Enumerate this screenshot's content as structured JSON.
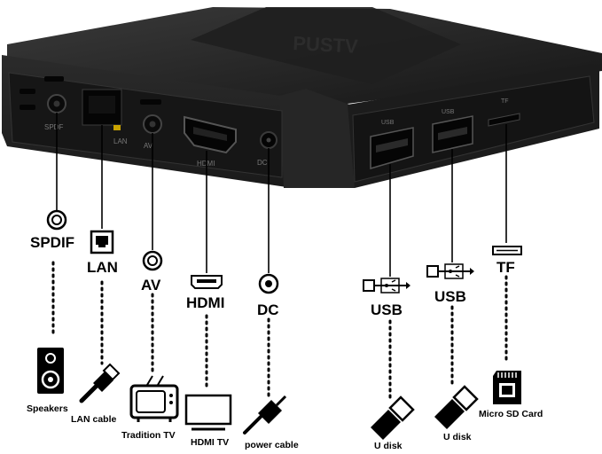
{
  "device": {
    "brand_text": "PUSTV",
    "left_ports": [
      "SPDF",
      "LAN",
      "AV",
      "HDMI",
      "DC"
    ],
    "right_ports": [
      "USB",
      "USB",
      "TF"
    ]
  },
  "ports": [
    {
      "key": "spdif",
      "label": "SPDIF",
      "device": "Speakers"
    },
    {
      "key": "lan",
      "label": "LAN",
      "device": "LAN cable"
    },
    {
      "key": "av",
      "label": "AV",
      "device": "Tradition TV"
    },
    {
      "key": "hdmi",
      "label": "HDMI",
      "device": "HDMI TV"
    },
    {
      "key": "dc",
      "label": "DC",
      "device": "power cable"
    },
    {
      "key": "usb1",
      "label": "USB",
      "device": "U disk"
    },
    {
      "key": "usb2",
      "label": "USB",
      "device": "U disk"
    },
    {
      "key": "tf",
      "label": "TF",
      "device": "Micro SD Card"
    }
  ]
}
